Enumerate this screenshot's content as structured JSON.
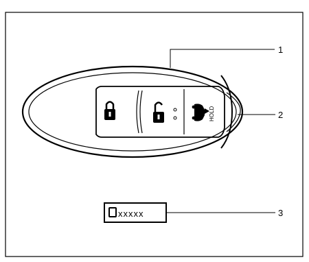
{
  "callouts": [
    {
      "number": "1"
    },
    {
      "number": "2"
    },
    {
      "number": "3"
    }
  ],
  "key_fob": {
    "buttons": [
      {
        "icon": "lock-icon"
      },
      {
        "icon": "unlock-icon"
      },
      {
        "icon": "trunk-icon",
        "label": "HOLD"
      }
    ]
  },
  "id_label": {
    "code": "xxxxx"
  }
}
